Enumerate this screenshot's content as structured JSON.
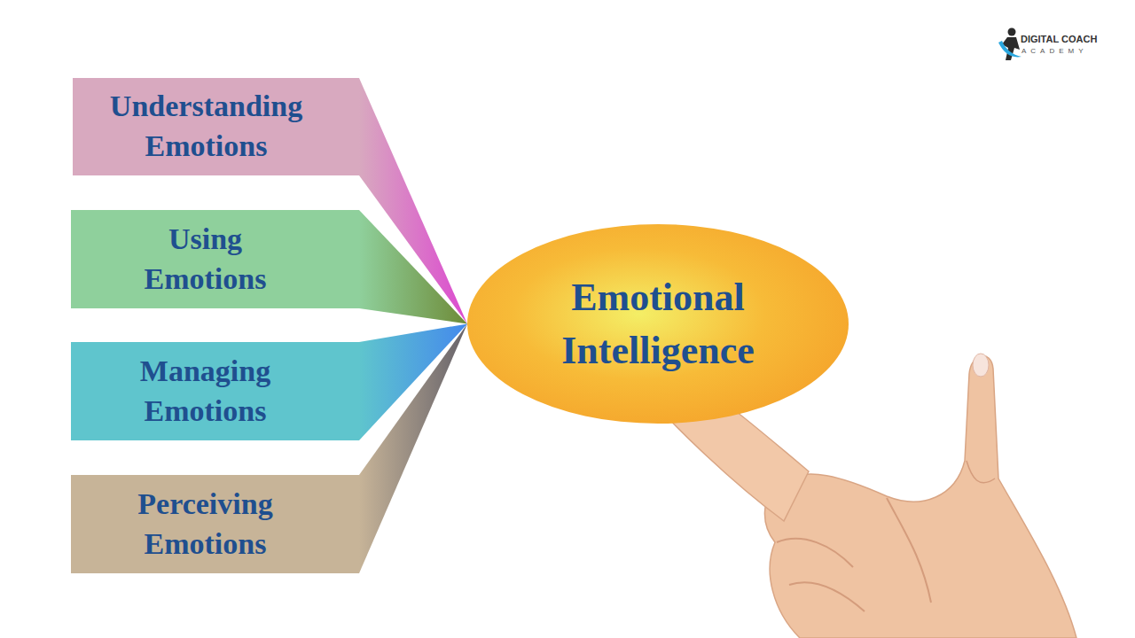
{
  "diagram": {
    "nodes": [
      {
        "text": [
          "Understanding Emotions"
        ]
      },
      {
        "text": [
          "Using Emotions"
        ]
      },
      {
        "text": [
          "Managing Emotions"
        ]
      },
      {
        "text": [
          "Perceiving Emotions"
        ]
      },
      {
        "text": [
          "Emotional Intelligence"
        ]
      }
    ],
    "edges": [
      {
        "from": 0,
        "to": 4,
        "arrow": "none"
      },
      {
        "from": 1,
        "to": 4,
        "arrow": "none"
      },
      {
        "from": 2,
        "to": 4,
        "arrow": "none"
      },
      {
        "from": 3,
        "to": 4,
        "arrow": "none"
      }
    ],
    "labels": [
      "DIGITAL COACH",
      "ACADEMY"
    ]
  }
}
